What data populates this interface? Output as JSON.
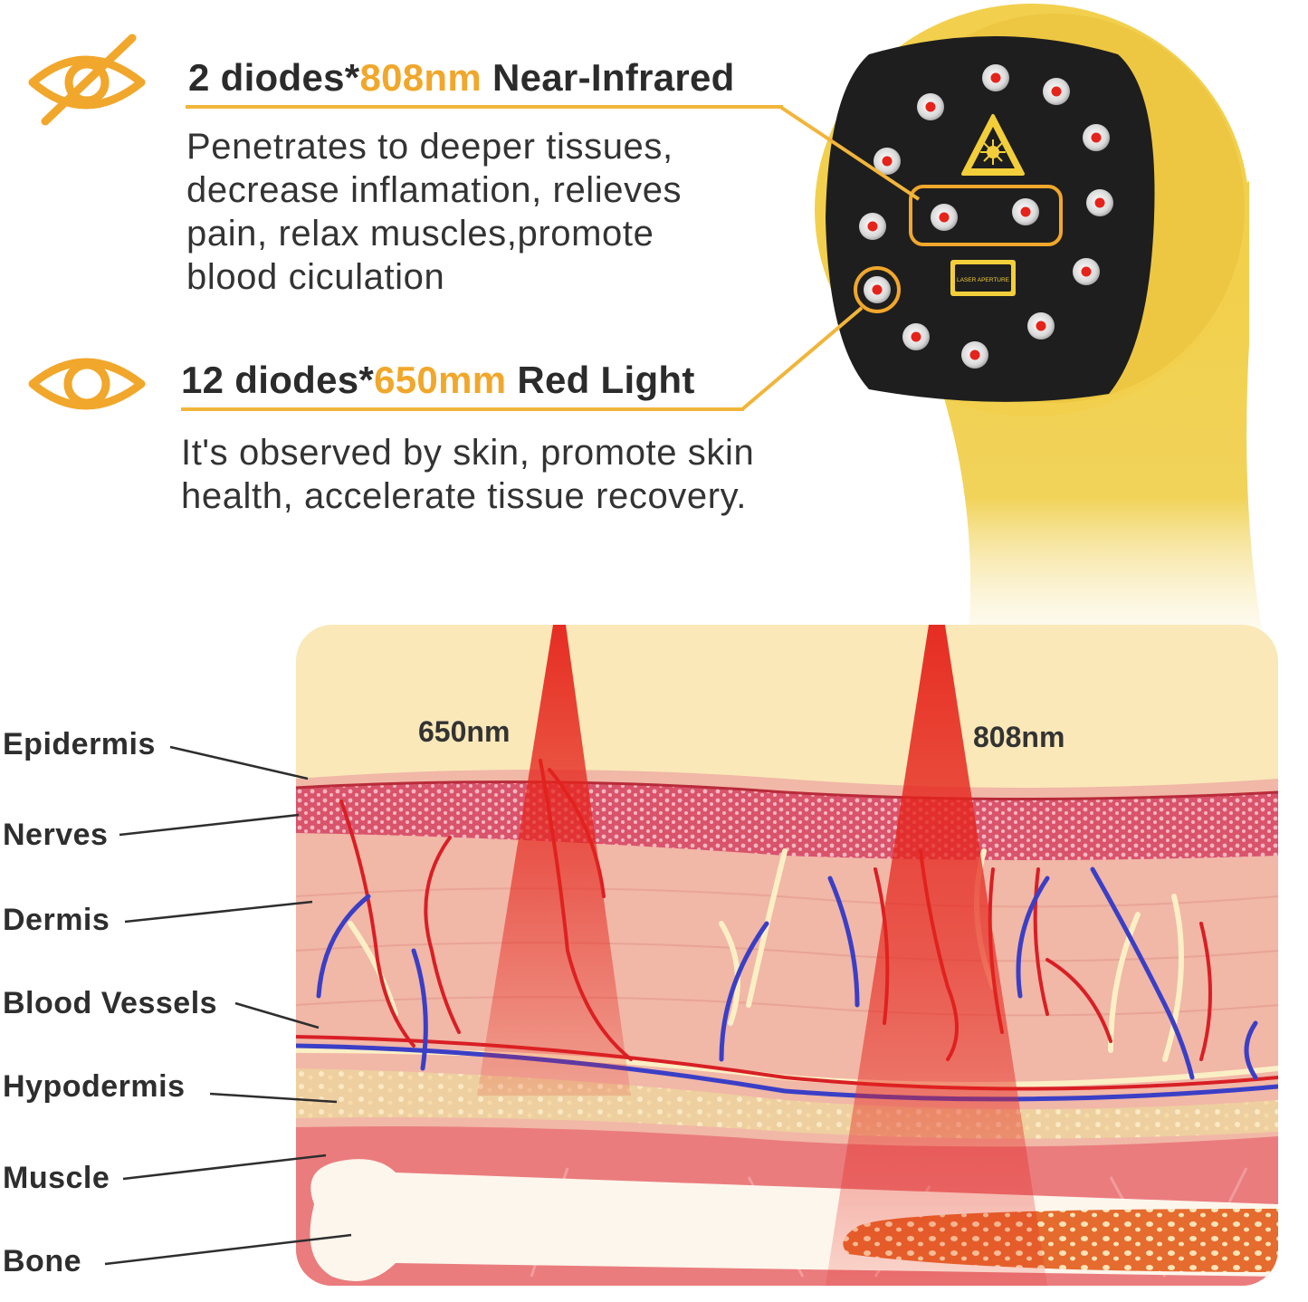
{
  "features": [
    {
      "icon": "eye-slash-icon",
      "title_prefix": "2 diodes*",
      "title_accent": "808nm",
      "title_suffix": " Near-Infrared",
      "description": "Penetrates to deeper tissues,\ndecrease inflamation, relieves\npain, relax muscles,promote\nblood ciculation"
    },
    {
      "icon": "eye-icon",
      "title_prefix": "12 diodes*",
      "title_accent": "650mm",
      "title_suffix": " Red Light",
      "description": "It's observed by skin, promote skin\nhealth, accelerate tissue recovery."
    }
  ],
  "device": {
    "warning_icon": "laser-warning-icon",
    "aperture_label": "LASER APERTURE",
    "red_diode_count": 12,
    "infrared_diode_count": 2
  },
  "diagram": {
    "beams": [
      "650nm",
      "808nm"
    ],
    "layers": [
      "Epidermis",
      "Nerves",
      "Dermis",
      "Blood Vessels",
      "Hypodermis",
      "Muscle",
      "Bone"
    ]
  },
  "colors": {
    "accent": "#f1a72b",
    "device_body": "#f2d04e",
    "device_face": "#1e1e1e",
    "beam": "#e5231b"
  }
}
